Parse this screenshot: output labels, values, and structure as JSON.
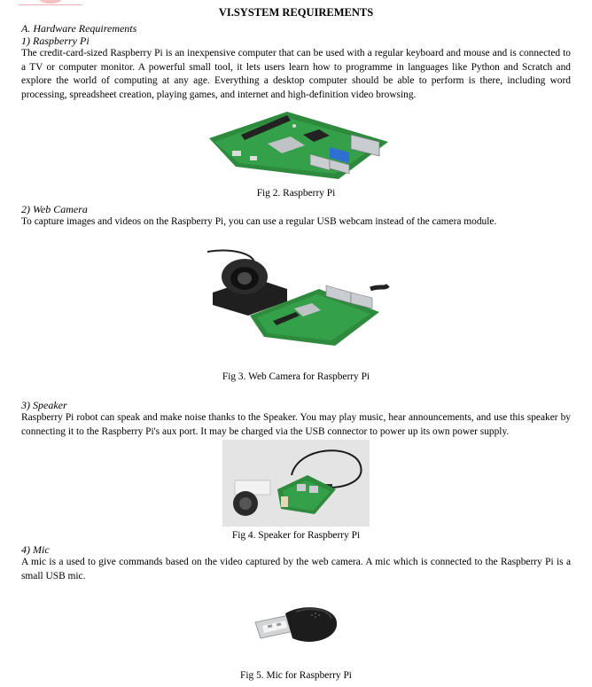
{
  "section_title": "VI.SYSTEM REQUIREMENTS",
  "subsection_a": "A.  Hardware Requirements",
  "items": [
    {
      "heading": "1)    Raspberry Pi",
      "text": "The credit-card-sized Raspberry Pi is an inexpensive computer that can be used with a regular keyboard and mouse and is connected to a TV or computer monitor. A powerful small tool, it lets users learn how to programme in languages like Python and Scratch and explore the world of computing at any age. Everything a desktop computer should be able to perform is there, including word processing, spreadsheet creation, playing games, and internet and high-definition video browsing.",
      "caption": "Fig 2. Raspberry Pi"
    },
    {
      "heading": "2)    Web Camera",
      "text": "To capture images and videos on the Raspberry Pi, you can use a regular USB webcam instead of the camera module.",
      "caption": "Fig 3. Web Camera for Raspberry Pi"
    },
    {
      "heading": "3)    Speaker",
      "text": "Raspberry Pi robot can speak and make noise thanks to the Speaker. You may play music, hear announcements, and use this speaker by connecting it to the Raspberry Pi's aux port. It may be charged via the USB connector to power up its own power supply.",
      "caption": "Fig 4. Speaker for Raspberry Pi"
    },
    {
      "heading": "4)    Mic",
      "text": "A mic is a used to give commands based on the video captured by the web camera. A mic which is connected to the Raspberry Pi is a small USB mic.",
      "caption": "Fig 5. Mic for Raspberry Pi"
    }
  ],
  "colors": {
    "pcb_green": "#2e8b3e",
    "metal": "#c9ccd0",
    "usb_blue": "#2f6fd1",
    "photo_bg": "#e4e4e4"
  }
}
